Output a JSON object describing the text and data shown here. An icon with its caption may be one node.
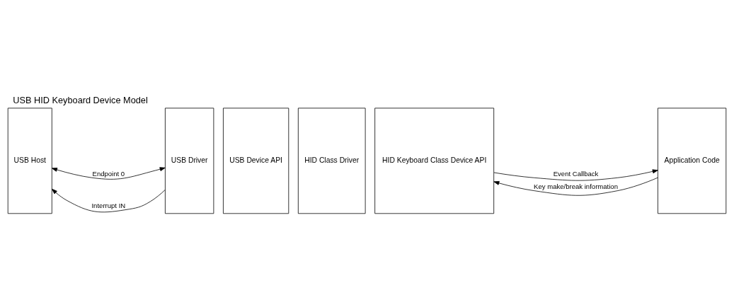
{
  "diagram": {
    "title": "USB HID Keyboard Device Model",
    "nodes": [
      {
        "text": [
          "USB Host"
        ]
      },
      {
        "text": [
          "USB Driver"
        ]
      },
      {
        "text": [
          "USB Device API"
        ]
      },
      {
        "text": [
          "HID Class Driver"
        ]
      },
      {
        "text": [
          "HID Keyboard Class Device API"
        ]
      },
      {
        "text": [
          "Application Code"
        ]
      }
    ],
    "edges": [
      {
        "from": 1,
        "to": 0,
        "arrow": "to",
        "label": "Interrupt IN"
      },
      {
        "from": 0,
        "to": 1,
        "arrow": "both",
        "label": "Endpoint 0"
      },
      {
        "from": 4,
        "to": 5,
        "arrow": "to",
        "label": "Event Callback"
      },
      {
        "from": 5,
        "to": 4,
        "arrow": "to",
        "label": "Key make/break information"
      }
    ]
  }
}
